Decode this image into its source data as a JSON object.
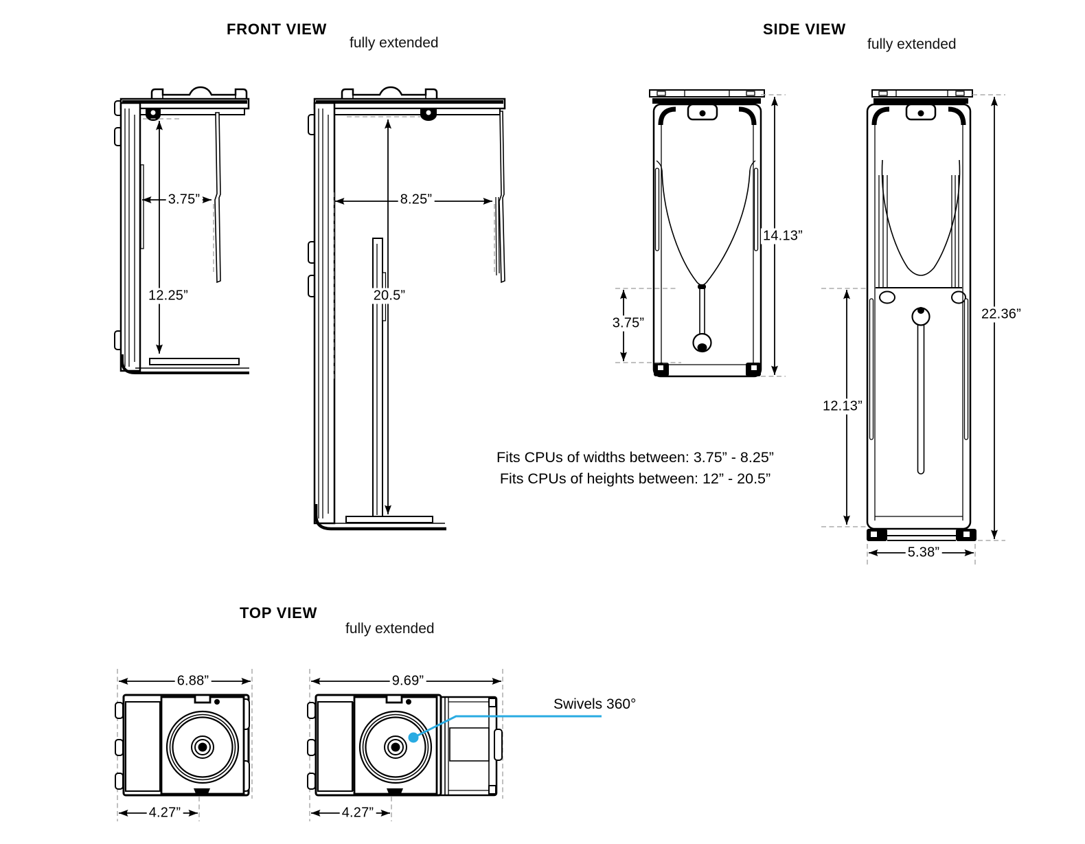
{
  "colors": {
    "accent": "#29abe2",
    "ink": "#000000",
    "dash": "#ababab"
  },
  "front_view": {
    "title": "FRONT VIEW",
    "subtitle": "fully extended",
    "compact": {
      "width": "3.75”",
      "height": "12.25”"
    },
    "extended": {
      "width": "8.25”",
      "height": "20.5”"
    }
  },
  "side_view": {
    "title": "SIDE VIEW",
    "subtitle": "fully extended",
    "compact": {
      "height": "14.13”",
      "slide_travel": "3.75”"
    },
    "extended": {
      "height": "22.36”",
      "slide_travel": "12.13”",
      "depth": "5.38”"
    }
  },
  "top_view": {
    "title": "TOP VIEW",
    "subtitle": "fully extended",
    "compact": {
      "width": "6.88”",
      "track_width": "4.27”"
    },
    "extended": {
      "width": "9.69”",
      "track_width": "4.27”"
    },
    "swivel_label": "Swivels 360°"
  },
  "notes": {
    "fits_widths": "Fits CPUs of widths between: 3.75” - 8.25”",
    "fits_heights": "Fits CPUs of heights between: 12” - 20.5”"
  }
}
